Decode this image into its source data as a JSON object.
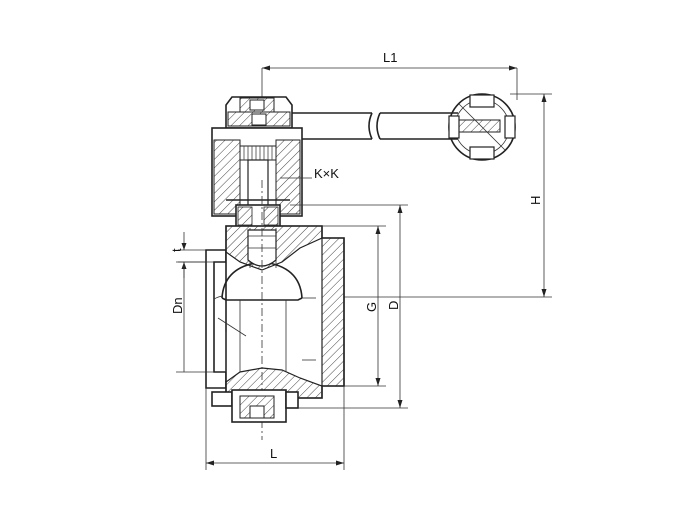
{
  "labels": {
    "L1": "L1",
    "H": "H",
    "KxK": "K×K",
    "t": "t",
    "Dn": "Dn",
    "G": "G",
    "D": "D",
    "L": "L"
  },
  "colors": {
    "line": "#222222",
    "background": "#ffffff"
  }
}
